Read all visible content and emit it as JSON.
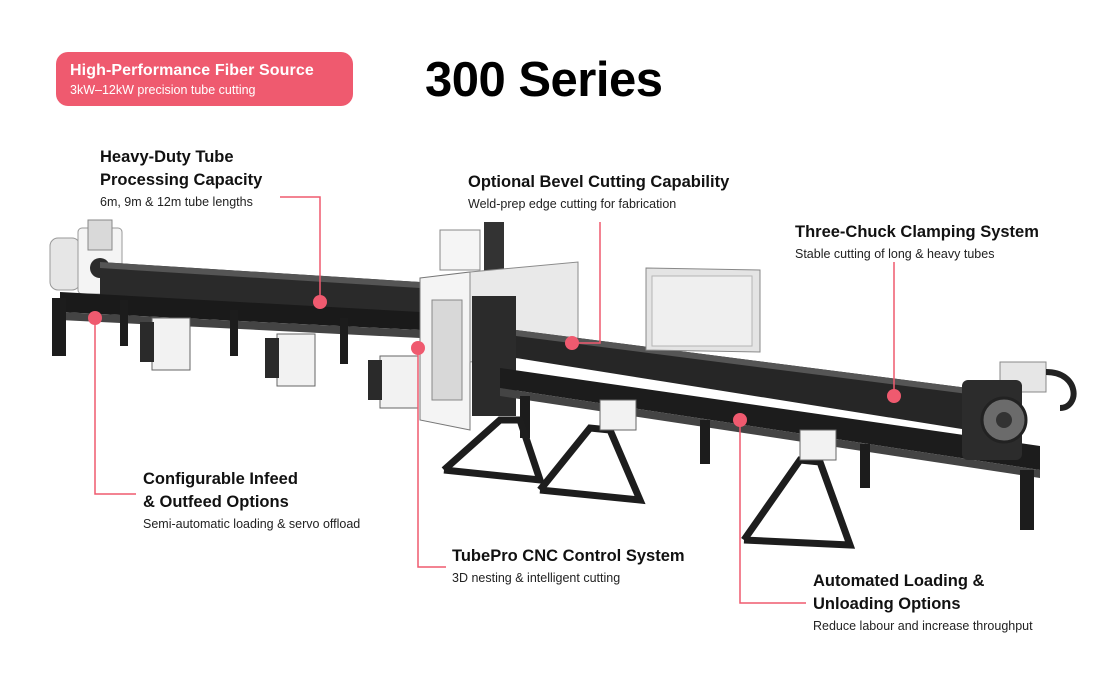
{
  "accent_color": "#ef5a6f",
  "badge": {
    "title": "High-Performance Fiber Source",
    "subtitle": "3kW–12kW precision tube cutting"
  },
  "title": "300 Series",
  "callouts": {
    "heavy_duty": {
      "title_line1": "Heavy-Duty Tube",
      "title_line2": "Processing Capacity",
      "desc": "6m, 9m & 12m tube lengths"
    },
    "bevel": {
      "title": "Optional Bevel Cutting Capability",
      "desc": "Weld-prep edge cutting for fabrication"
    },
    "three_chuck": {
      "title": "Three-Chuck Clamping System",
      "desc": "Stable cutting of long & heavy tubes"
    },
    "infeed": {
      "title_line1": "Configurable Infeed",
      "title_line2": "& Outfeed Options",
      "desc": "Semi-automatic loading & servo offload"
    },
    "cnc": {
      "title": "TubePro CNC Control System",
      "desc": "3D nesting & intelligent cutting"
    },
    "loading": {
      "title_line1": "Automated Loading &",
      "title_line2": "Unloading Options",
      "desc": "Reduce labour and increase throughput"
    }
  }
}
